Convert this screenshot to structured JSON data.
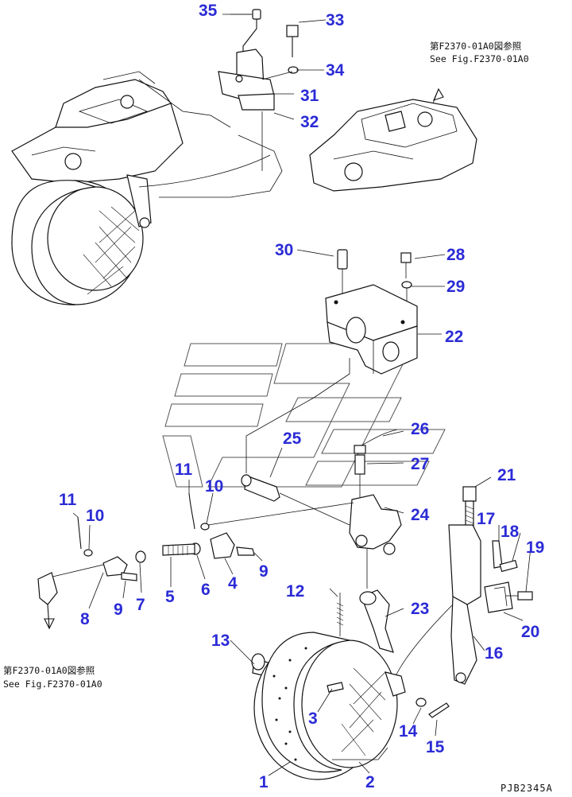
{
  "callouts": {
    "n1": "1",
    "n2": "2",
    "n3": "3",
    "n4": "4",
    "n5": "5",
    "n6": "6",
    "n7": "7",
    "n8": "8",
    "n9a": "9",
    "n9b": "9",
    "n10a": "10",
    "n10b": "10",
    "n11a": "11",
    "n11b": "11",
    "n12": "12",
    "n13": "13",
    "n14": "14",
    "n15": "15",
    "n16": "16",
    "n17": "17",
    "n18": "18",
    "n19": "19",
    "n20": "20",
    "n21": "21",
    "n22": "22",
    "n23": "23",
    "n24": "24",
    "n25": "25",
    "n26": "26",
    "n27": "27",
    "n28": "28",
    "n29": "29",
    "n30": "30",
    "n31": "31",
    "n32": "32",
    "n33": "33",
    "n34": "34",
    "n35": "35"
  },
  "references": {
    "top_right_jp": "第F2370-01A0図参照",
    "top_right_en": "See Fig.F2370-01A0",
    "bottom_left_jp": "第F2370-01A0図参照",
    "bottom_left_en": "See Fig.F2370-01A0"
  },
  "drawing_code": "PJB2345A",
  "colors": {
    "callout": "#2b2bd6",
    "line": "#111111"
  }
}
